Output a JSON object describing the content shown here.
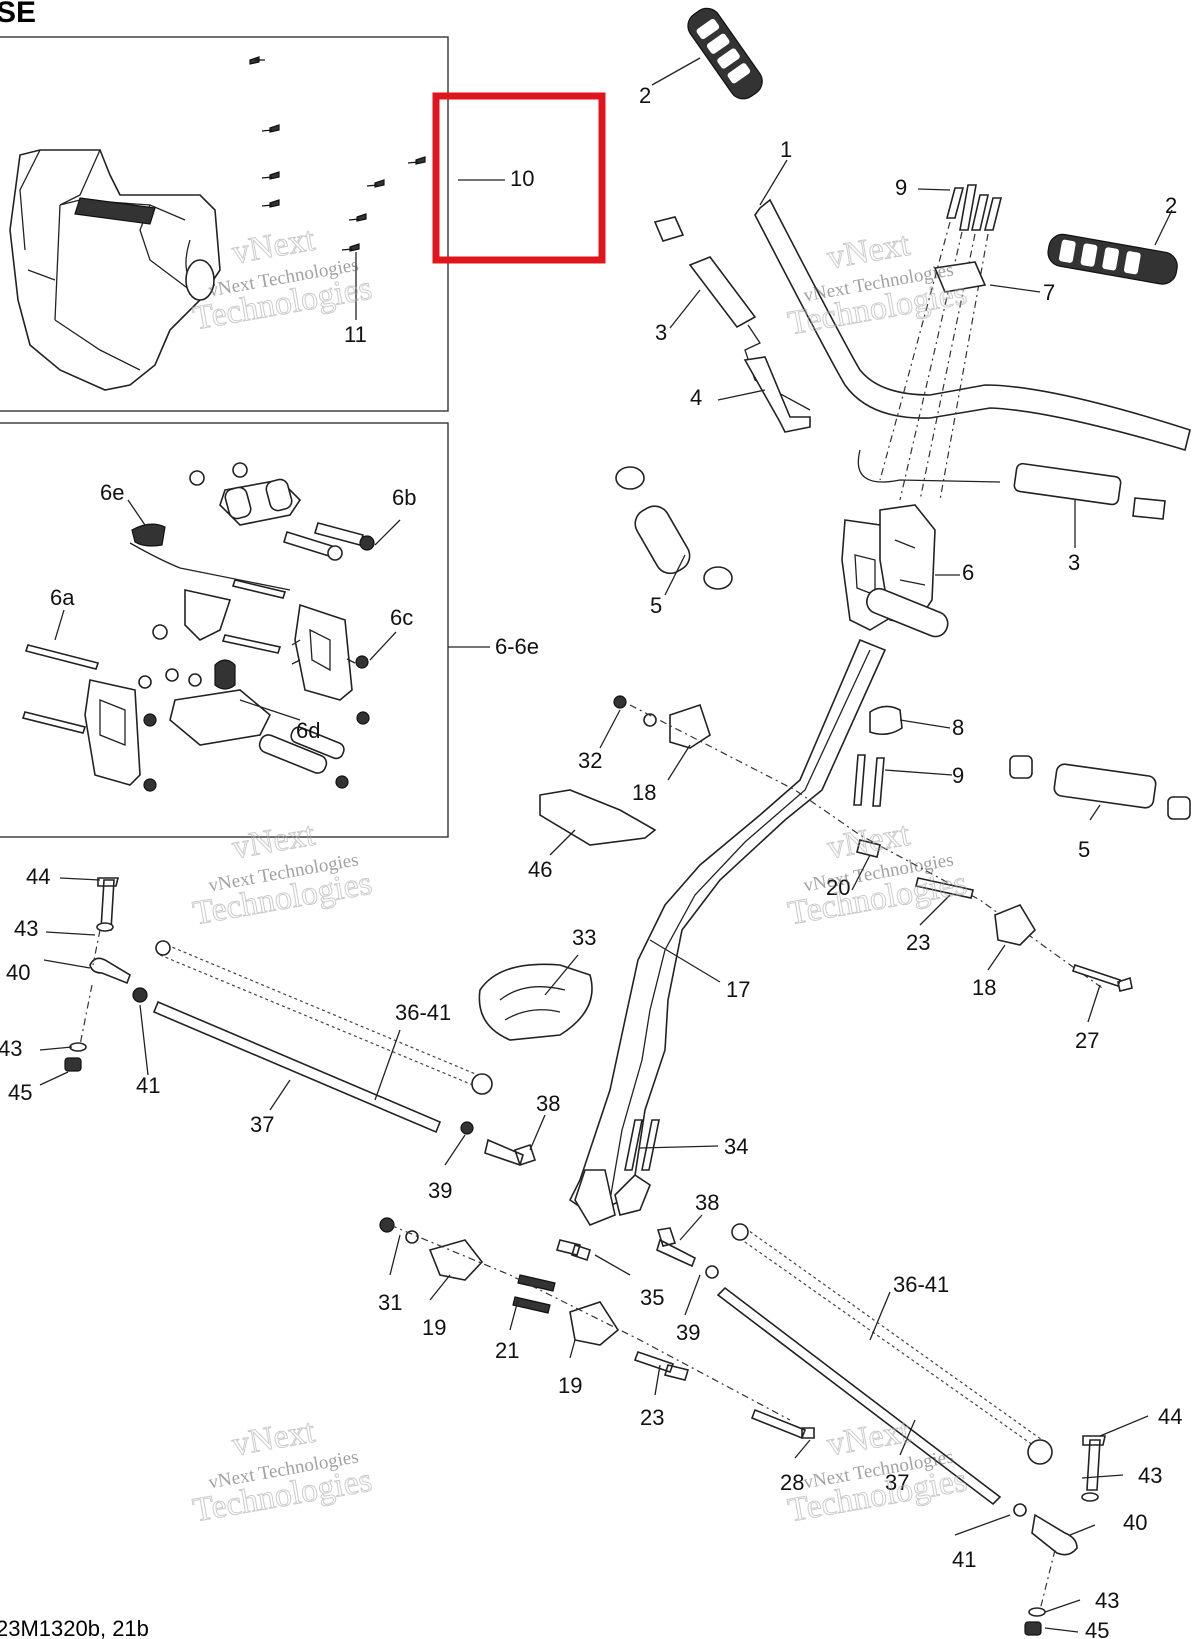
{
  "header": {
    "title": "SE",
    "reference": "23M1320b, 21b"
  },
  "watermark": {
    "line1": "vNext Technologies",
    "line2": "Technologies",
    "line3": "vNext"
  },
  "highlight": {
    "label": "10",
    "color": "#e0141b"
  },
  "callouts": {
    "c2a": "2",
    "c1": "1",
    "c9a": "9",
    "c2b": "2",
    "c10": "10",
    "c11": "11",
    "c7": "7",
    "c3a": "3",
    "c4": "4",
    "c3b": "3",
    "c5a": "5",
    "c6": "6",
    "c6e": "6e",
    "c6b": "6b",
    "c6a": "6a",
    "c6c": "6c",
    "c6_6e": "6-6e",
    "c6d": "6d",
    "c32": "32",
    "c8": "8",
    "c9b": "9",
    "c18a": "18",
    "c46": "46",
    "c5b": "5",
    "c44a": "44",
    "c43a": "43",
    "c40a": "40",
    "c43b": "43",
    "c45a": "45",
    "c41a": "41",
    "c36a": "36-41",
    "c37a": "37",
    "c33": "33",
    "c17": "17",
    "c20": "20",
    "c23a": "23",
    "c18b": "18",
    "c27": "27",
    "c38a": "38",
    "c39a": "39",
    "c34": "34",
    "c38b": "38",
    "c31": "31",
    "c19a": "19",
    "c35": "35",
    "c21": "21",
    "c39b": "39",
    "c36b": "36-41",
    "c19b": "19",
    "c23b": "23",
    "c28": "28",
    "c37b": "37",
    "c44b": "44",
    "c43c": "43",
    "c40b": "40",
    "c41b": "41",
    "c43d": "43",
    "c45b": "45"
  }
}
